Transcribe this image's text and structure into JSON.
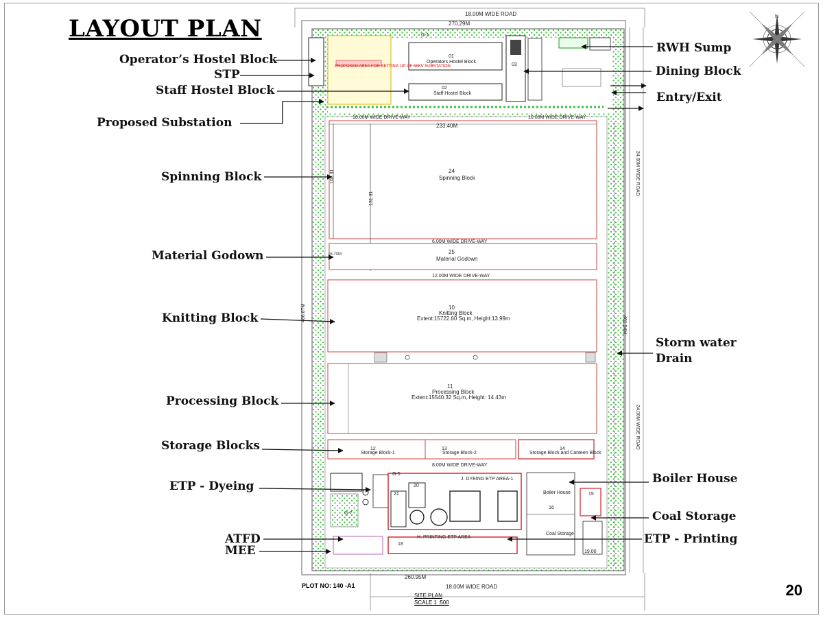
{
  "title": "LAYOUT PLAN",
  "page_number": "20",
  "plot_no": "PLOT NO: 140 -A1",
  "site_plan": "SITE PLAN",
  "scale": "SCALE 1 :500",
  "callouts": {
    "operators_hostel": "Operator’s Hostel Block",
    "stp": "STP",
    "staff_hostel": "Staff Hostel Block",
    "proposed_substation": "Proposed Substation",
    "spinning": "Spinning Block",
    "material_godown": "Material Godown",
    "knitting": "Knitting Block",
    "processing": "Processing Block",
    "storage": "Storage Blocks",
    "etp_dyeing": "ETP - Dyeing",
    "atfd": "ATFD",
    "mee": "MEE",
    "rwh_sump": "RWH Sump",
    "dining": "Dining Block",
    "entry_exit": "Entry/Exit",
    "storm_water": "Storm water",
    "drain": "Drain",
    "boiler_house": "Boiler House",
    "coal_storage": "Coal Storage",
    "etp_printing": "ETP - Printing"
  },
  "plan": {
    "road_top": "18.00M WIDE ROAD",
    "dim_top": "270.29M",
    "road_bottom": "18.00M WIDE ROAD",
    "dim_bottom": "260.95M",
    "road_right_1": "24.00M WIDE ROAD",
    "road_right_2": "24.00M WIDE ROAD",
    "dim_left": "466.67M",
    "dim_right": "461.54M",
    "driveway_10": "10.00M WIDE DRIVE-WAY",
    "driveway_6": "6.00M WIDE DRIVE-WAY",
    "driveway_12": "12.00M WIDE DRIVE-WAY",
    "driveway_8": "8.00M WIDE DRIVE-WAY",
    "spinning_dim_w": "233.40M",
    "spinning_dim_h1": "102.31",
    "spinning_dim_h2": "131.31",
    "godown_dim": "16.70M",
    "substation_note": "PROPOSED AREA FOR SETTING UP OF 66KV SUBSTATION",
    "spinning_no": "24",
    "spinning_name": "Spinning Block",
    "godown_no": "25",
    "godown_name": "Material Godown",
    "knitting_no": "10",
    "knitting_name": "Knitting Block",
    "knitting_extent": "Extent:15722.60 Sq.m, Height:13.99m",
    "processing_no": "11",
    "processing_name": "Processing Block",
    "processing_extent": "Extent:15540.32 Sq.m, Height: 14.43m",
    "hostel_no": "01",
    "hostel_name": "Operators Hostel Block",
    "staff_no": "02",
    "staff_name": "Staff Hostel Block",
    "dining_no": "03",
    "storage1": "Storage Block-1",
    "storage2": "Storage Block-2",
    "storage3": "Storage Block and Canteen Block",
    "storage1_no": "12",
    "storage2_no": "13",
    "storage3_no": "14",
    "dyeing_etp": "J. DYEING ETP AREA-1",
    "printing_etp": "H. PRINTING ETP AREA",
    "boiler_label": "Boiler House",
    "coal_label": "Coal Storage",
    "boiler_no": "16",
    "coil_no": "15",
    "no_20": "20",
    "no_21": "21",
    "no_18": "18",
    "no_19": "19.00",
    "g1": "G-1",
    "g5": "G-5",
    "g7": "G-7",
    "north": "N"
  }
}
